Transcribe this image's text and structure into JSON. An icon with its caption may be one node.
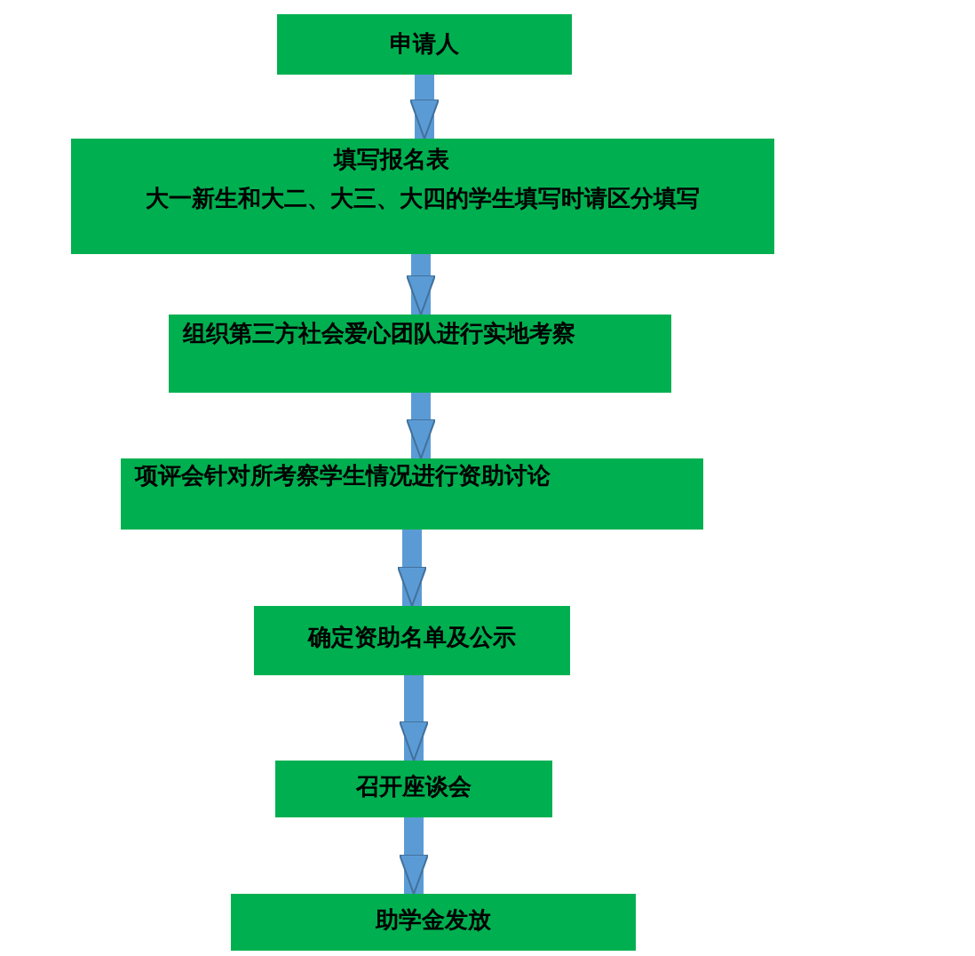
{
  "diagram": {
    "nodes": [
      {
        "text": [
          "申请人"
        ]
      },
      {
        "text": [
          "填写报名表",
          "大一新生和大二、大三、大四的学生填写时请区分填写"
        ]
      },
      {
        "text": [
          "组织第三方社会爱心团队进行实地考察"
        ]
      },
      {
        "text": [
          "项评会针对所考察学生情况进行资助讨论"
        ]
      },
      {
        "text": [
          "确定资助名单及公示"
        ]
      },
      {
        "text": [
          "召开座谈会"
        ]
      },
      {
        "text": [
          "助学金发放"
        ]
      }
    ],
    "edges": [
      {
        "from": 0,
        "to": 1,
        "arrow": "to"
      },
      {
        "from": 1,
        "to": 2,
        "arrow": "to"
      },
      {
        "from": 2,
        "to": 3,
        "arrow": "to"
      },
      {
        "from": 3,
        "to": 4,
        "arrow": "to"
      },
      {
        "from": 4,
        "to": 5,
        "arrow": "to"
      },
      {
        "from": 5,
        "to": 6,
        "arrow": "to"
      }
    ]
  }
}
